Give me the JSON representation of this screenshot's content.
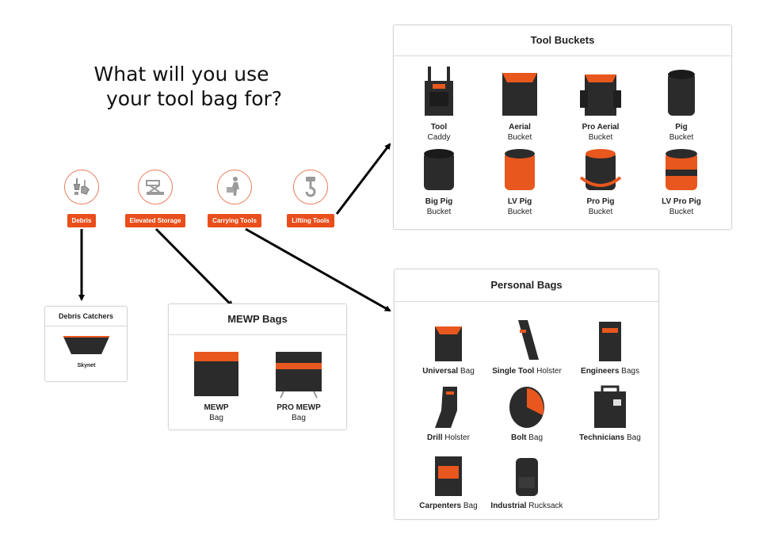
{
  "headline": {
    "line1": "What will you use",
    "line2": "your tool bag for?"
  },
  "categories": [
    {
      "label": "Debris"
    },
    {
      "label": "Elevated Storage"
    },
    {
      "label": "Carrying Tools"
    },
    {
      "label": "Lifting Tools"
    }
  ],
  "tool_buckets": {
    "title": "Tool Buckets",
    "items": [
      {
        "bold": "Tool",
        "normal": "Caddy"
      },
      {
        "bold": "Aerial",
        "normal": "Bucket"
      },
      {
        "bold": "Pro Aerial",
        "normal": "Bucket"
      },
      {
        "bold": "Pig",
        "normal": "Bucket"
      },
      {
        "bold": "Big Pig",
        "normal": "Bucket"
      },
      {
        "bold": "LV Pig",
        "normal": "Bucket"
      },
      {
        "bold": "Pro Pig",
        "normal": "Bucket"
      },
      {
        "bold": "LV Pro Pig",
        "normal": "Bucket"
      }
    ]
  },
  "personal_bags": {
    "title": "Personal Bags",
    "items": [
      {
        "bold": "Universal",
        "normal": " Bag"
      },
      {
        "bold": "Single Tool",
        "normal": " Holster"
      },
      {
        "bold": "Engineers",
        "normal": " Bags"
      },
      {
        "bold": "Drill",
        "normal": " Holster"
      },
      {
        "bold": "Bolt",
        "normal": " Bag"
      },
      {
        "bold": "Technicians",
        "normal": " Bag"
      },
      {
        "bold": "Carpenters",
        "normal": " Bag"
      },
      {
        "bold": "Industrial",
        "normal": " Rucksack"
      }
    ]
  },
  "mewp_bags": {
    "title": "MEWP Bags",
    "items": [
      {
        "bold": "MEWP",
        "normal": "Bag"
      },
      {
        "bold": "PRO MEWP",
        "normal": "Bag"
      }
    ]
  },
  "debris_catchers": {
    "title": "Debris Catchers",
    "items": [
      {
        "bold": "Skynet"
      }
    ]
  },
  "colors": {
    "accent": "#e94e1b",
    "bag_dark": "#2b2b2b",
    "bag_orange": "#e8571e"
  }
}
